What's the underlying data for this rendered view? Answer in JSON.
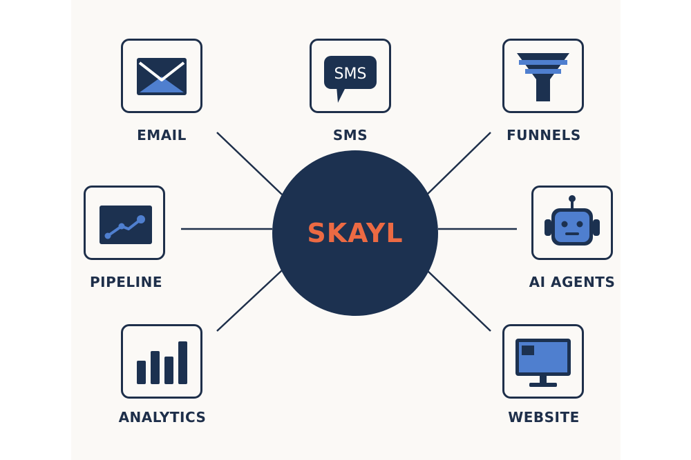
{
  "diagram": {
    "hub": {
      "label": "SKAYL"
    },
    "nodes": {
      "email": {
        "label": "EMAIL"
      },
      "sms": {
        "label": "SMS",
        "icon_text": "SMS"
      },
      "funnels": {
        "label": "FUNNELS"
      },
      "pipeline": {
        "label": "PIPELINE"
      },
      "ai_agents": {
        "label": "AI AGENTS"
      },
      "analytics": {
        "label": "ANALYTICS"
      },
      "website": {
        "label": "WEBSITE"
      }
    },
    "icons": {
      "email": "envelope-icon",
      "sms": "chat-bubble-icon",
      "funnels": "funnel-icon",
      "pipeline": "trend-line-icon",
      "ai_agents": "robot-icon",
      "analytics": "bar-chart-icon",
      "website": "monitor-icon"
    }
  },
  "colors": {
    "navy": "#1c3150",
    "accent_blue": "#4f7fcf",
    "hub_text_orange": "#ec6a43",
    "background": "#fbf9f6"
  }
}
